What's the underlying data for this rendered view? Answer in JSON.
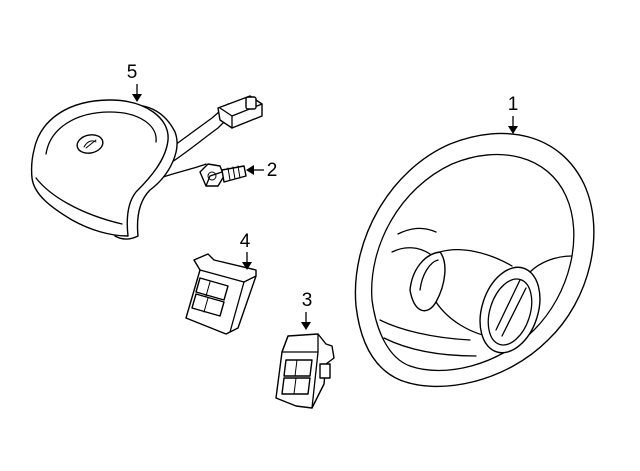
{
  "diagram": {
    "parts": [
      {
        "key": "steering_wheel",
        "callout": "1"
      },
      {
        "key": "bolt",
        "callout": "2"
      },
      {
        "key": "lower_switch",
        "callout": "3"
      },
      {
        "key": "upper_switch",
        "callout": "4"
      },
      {
        "key": "airbag_module",
        "callout": "5"
      }
    ]
  }
}
